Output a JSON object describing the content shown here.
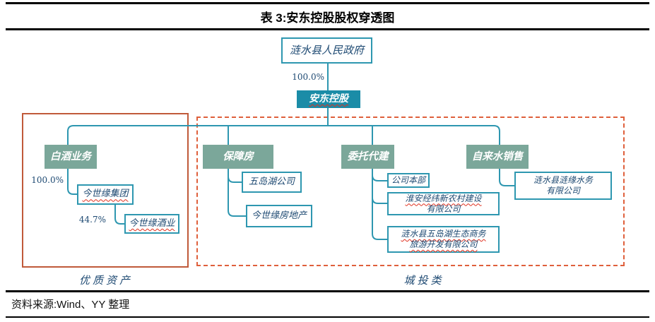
{
  "title": "表 3:安东控股股权穿透图",
  "footer": {
    "source": "资料来源:Wind、YY 整理"
  },
  "colors": {
    "teal_line": "#2e97b0",
    "holding_fill": "#1b8ca7",
    "head_fill": "#7ba79a",
    "text_navy": "#1d4972",
    "solid_group_border": "#c05a3a",
    "dashed_group_border": "#df603c",
    "wavy_underline": "#e0301e"
  },
  "nodes": {
    "gov": "涟水县人民政府",
    "holding": "安东控股",
    "liquor_head": "白酒业务",
    "jsy_group": "今世缘集团",
    "jsy_liquor": "今世缘酒业",
    "housing_head": "保障房",
    "wudaohu": "五岛湖公司",
    "jsy_realestate": "今世缘房地产",
    "construction_head": "委托代建",
    "hq": "公司本部",
    "jingwei_1": "淮安经纬新农村建设",
    "jingwei_2": "有限公司",
    "eco_1": "涟水县五岛湖生态商务",
    "eco_2": "旅游开发有限公司",
    "water_head": "自来水销售",
    "lianyuan_1": "涟水县涟缘水务",
    "lianyuan_2": "有限公司"
  },
  "stakes": {
    "gov_to_holding": "100.0%",
    "holding_to_jsy_group": "100.0%",
    "jsy_group_to_jsy_liquor": "44.7%"
  },
  "captions": {
    "left_group": "优质资产",
    "right_group": "城投类"
  }
}
